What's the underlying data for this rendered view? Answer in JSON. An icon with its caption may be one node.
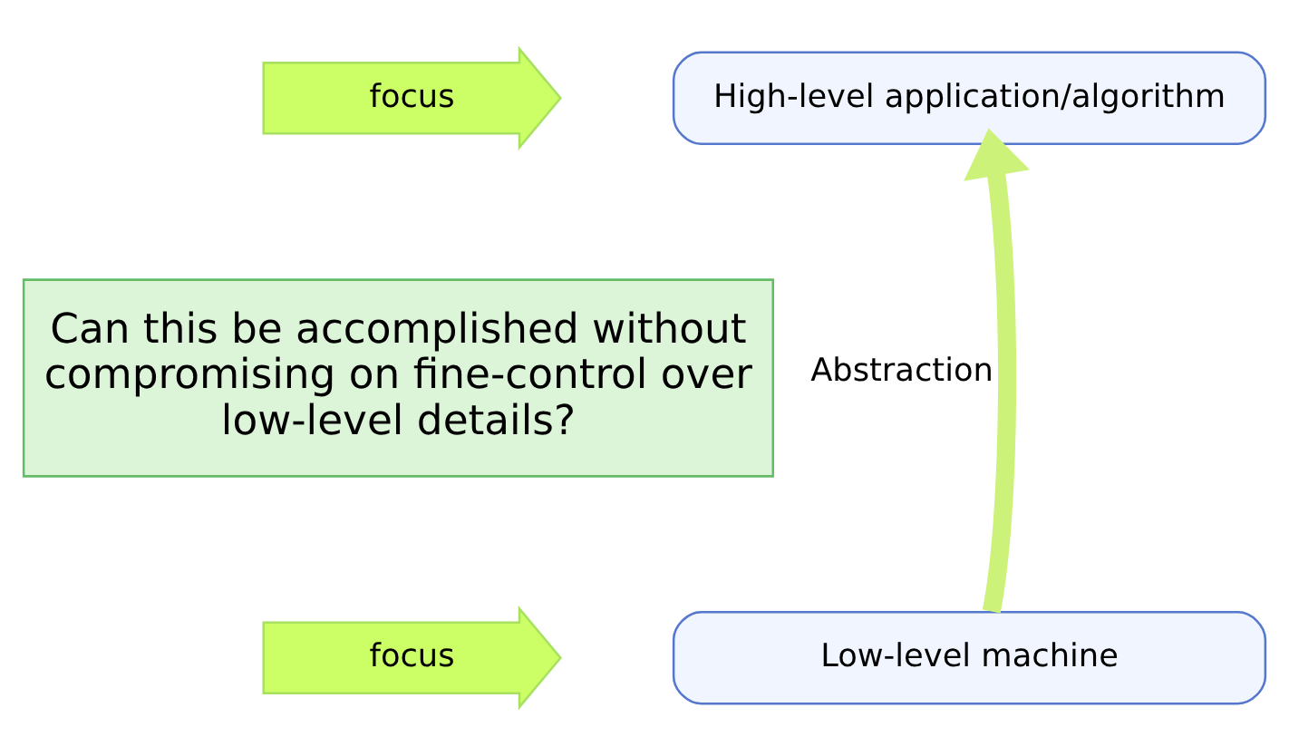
{
  "diagram": {
    "nodes": [
      {
        "text": [
          "focus"
        ]
      },
      {
        "text": [
          "High-level application/algorithm"
        ]
      },
      {
        "text": [
          "Can this be accomplished without compromising on fine-control over low-level details?"
        ]
      },
      {
        "text": [
          "focus"
        ]
      },
      {
        "text": [
          "Low-level machine"
        ]
      }
    ],
    "edges": [
      {
        "from": 4,
        "to": 1,
        "arrow": "to",
        "label": "Abstraction"
      }
    ]
  }
}
